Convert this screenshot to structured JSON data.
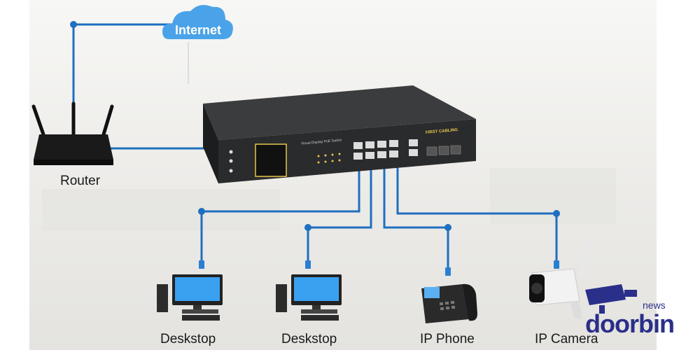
{
  "cloud": {
    "label": "Internet"
  },
  "router": {
    "label": "Router"
  },
  "switch": {
    "title": "Visual Display PoE Switch",
    "brand": "FIRST CABLING"
  },
  "devices": [
    {
      "label": "Deskstop"
    },
    {
      "label": "Deskstop"
    },
    {
      "label": "IP Phone"
    },
    {
      "label": "IP Camera"
    }
  ],
  "brand": {
    "name": "doorbin",
    "tag": "news"
  },
  "colors": {
    "link": "#1e6fc0",
    "cloud": "#4aa3e8",
    "brand": "#2a2f8a"
  }
}
